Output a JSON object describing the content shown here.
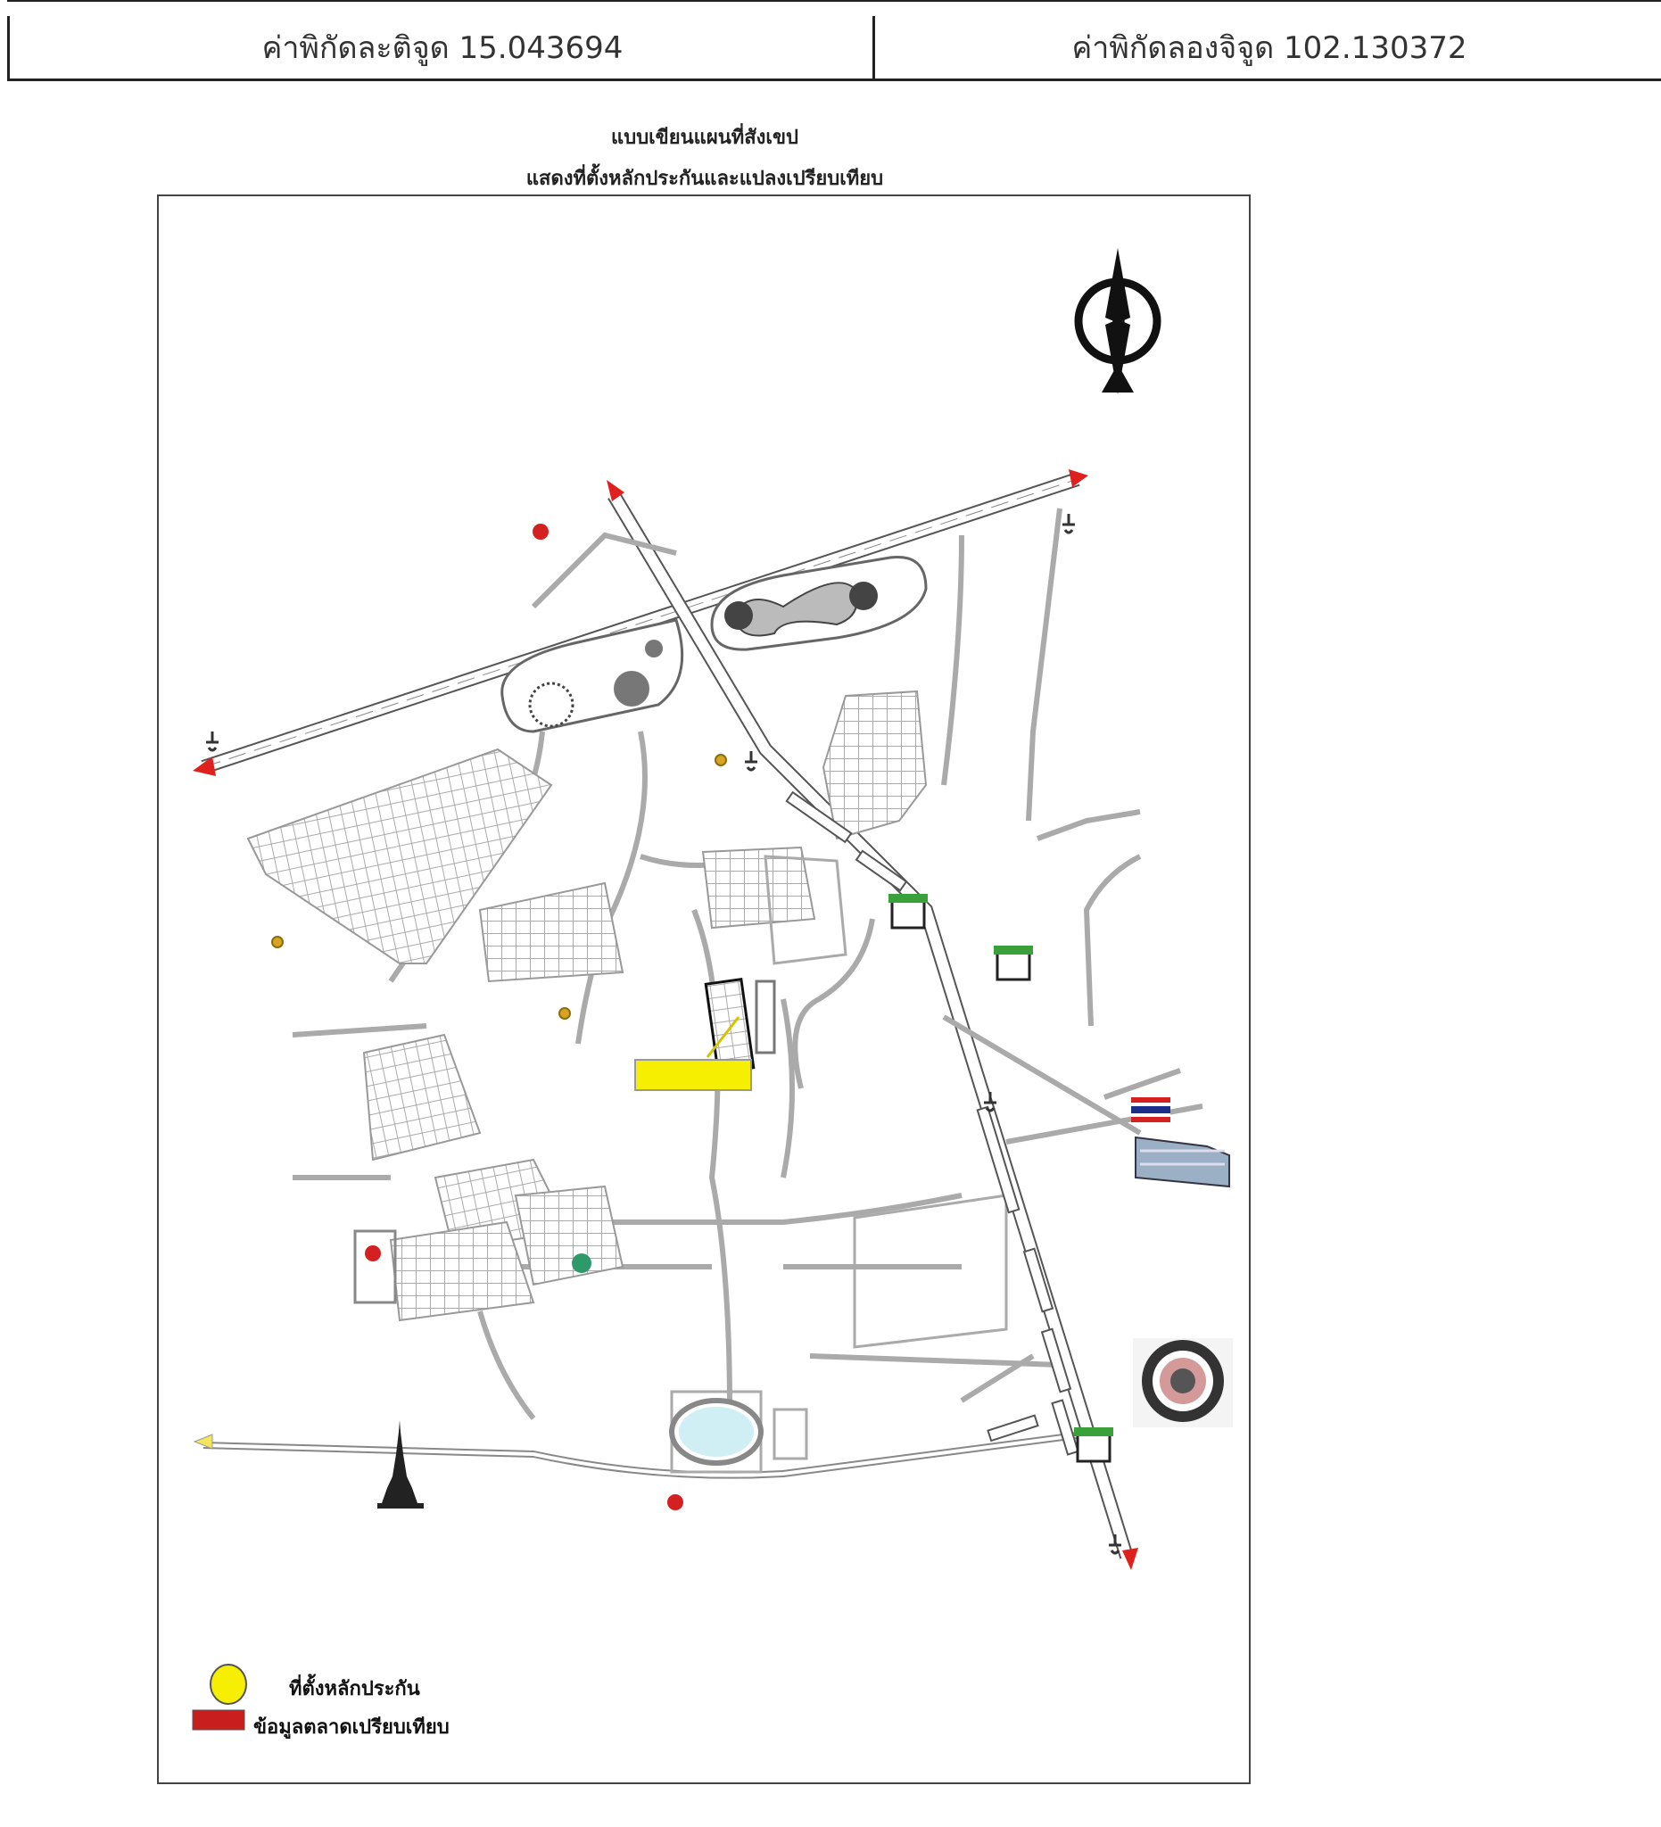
{
  "header": {
    "latitude_label": "ค่าพิกัดละติจูด 15.043694",
    "longitude_label": "ค่าพิกัดลองจิจูด 102.130372"
  },
  "map": {
    "title_line_1": "แบบเขียนแผนที่สังเขป",
    "title_line_2": "แสดงที่ตั้งหลักประกันและแปลงเปรียบเทียบ",
    "north_label": "N",
    "colors": {
      "collateral_marker": "#f7ef02",
      "comparable_marker": "#d42020",
      "arrow": "#e0201c",
      "road": "#999999"
    }
  },
  "legend": {
    "collateral_label": "ที่ตั้งหลักประกัน",
    "comparable_label": "ข้อมูลตลาดเปรียบเทียบ"
  },
  "icons": [
    "north-arrow-icon",
    "school-icon",
    "temple-icon",
    "market-icon",
    "flag-icon",
    "seal-icon",
    "arrow-icon"
  ]
}
